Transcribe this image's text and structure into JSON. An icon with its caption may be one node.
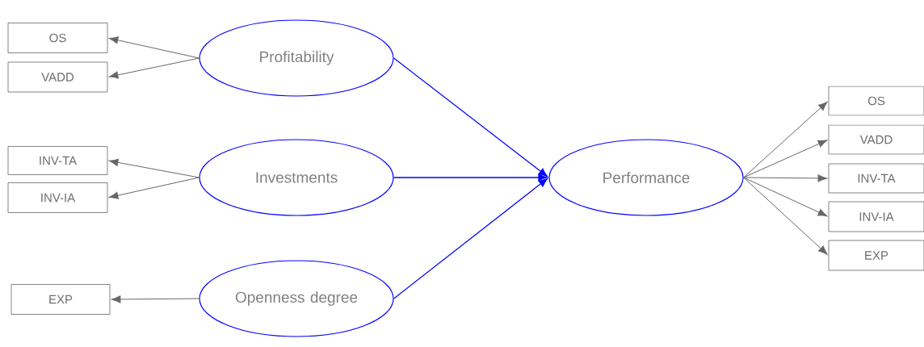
{
  "diagram": {
    "nodes": [
      {
        "text": [
          "OS"
        ]
      },
      {
        "text": [
          "Profitability"
        ]
      },
      {
        "text": [
          "VADD"
        ]
      },
      {
        "text": [
          "INV-TA"
        ]
      },
      {
        "text": [
          "Investments"
        ]
      },
      {
        "text": [
          "INV-IA"
        ]
      },
      {
        "text": [
          "OS"
        ]
      },
      {
        "text": [
          "VADD"
        ]
      },
      {
        "text": [
          "Performance"
        ]
      },
      {
        "text": [
          "INV-TA"
        ]
      },
      {
        "text": [
          "INV-IA"
        ]
      },
      {
        "text": [
          "EXP"
        ]
      },
      {
        "text": [
          "EXP"
        ]
      },
      {
        "text": [
          "Openness degree"
        ]
      }
    ],
    "edges": [
      {
        "from": 1,
        "to": 0,
        "arrow": "to"
      },
      {
        "from": 1,
        "to": 2,
        "arrow": "to"
      },
      {
        "from": 4,
        "to": 3,
        "arrow": "to"
      },
      {
        "from": 4,
        "to": 5,
        "arrow": "to"
      },
      {
        "from": 13,
        "to": 12,
        "arrow": "to"
      },
      {
        "from": 1,
        "to": 8,
        "arrow": "to",
        "color": "#0000ff"
      },
      {
        "from": 4,
        "to": 8,
        "arrow": "to",
        "color": "#0000ff"
      },
      {
        "from": 13,
        "to": 8,
        "arrow": "to",
        "color": "#0000ff"
      },
      {
        "from": 8,
        "to": 6,
        "arrow": "to"
      },
      {
        "from": 8,
        "to": 7,
        "arrow": "to"
      },
      {
        "from": 8,
        "to": 9,
        "arrow": "to"
      },
      {
        "from": 8,
        "to": 10,
        "arrow": "to"
      },
      {
        "from": 8,
        "to": 11,
        "arrow": "to"
      }
    ]
  }
}
